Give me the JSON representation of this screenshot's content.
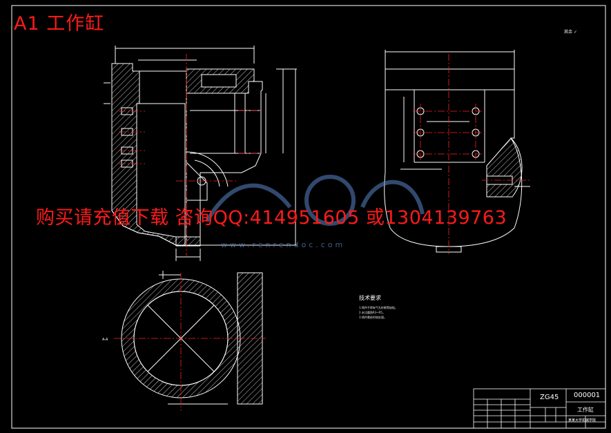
{
  "header": {
    "title": "A1 工作缸"
  },
  "watermark": {
    "text": "购买请充值下载 咨询QQ:414951605 或1304139763",
    "site": "www.renrendoc.com"
  },
  "tech_notes": {
    "heading": "技术要求",
    "lines": [
      "1.铸件不得有气孔砂眼等缺陷。",
      "2.未注圆角R3~R5。",
      "3.铸件需经时效处理。"
    ]
  },
  "title_block": {
    "material": "ZG45",
    "drawing_number": "000001",
    "part_name": "工作缸",
    "school": "某某大学机械学院"
  },
  "section_label": "A-A",
  "surface_symbol": "其余",
  "colors": {
    "background": "#000000",
    "lines": "#ffffff",
    "centerlines": "#ff2020",
    "red_text": "#ff1a1a",
    "watermark_blue": "#5a86c8"
  }
}
